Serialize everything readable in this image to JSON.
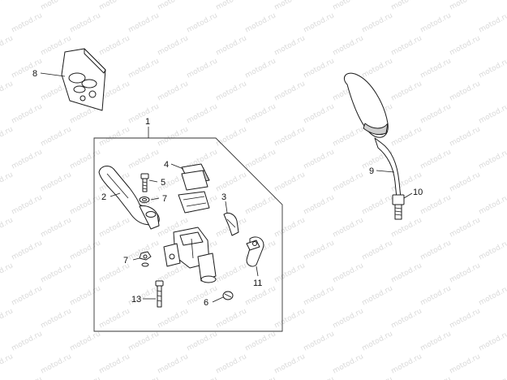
{
  "watermark": {
    "text": "motod.ru",
    "color": "#d9d9d9"
  },
  "callouts": [
    {
      "id": "c1",
      "label": "1"
    },
    {
      "id": "c2",
      "label": "2"
    },
    {
      "id": "c3",
      "label": "3"
    },
    {
      "id": "c4",
      "label": "4"
    },
    {
      "id": "c5",
      "label": "5"
    },
    {
      "id": "c6",
      "label": "6"
    },
    {
      "id": "c7a",
      "label": "7"
    },
    {
      "id": "c7b",
      "label": "7"
    },
    {
      "id": "c8",
      "label": "8"
    },
    {
      "id": "c9",
      "label": "9"
    },
    {
      "id": "c10",
      "label": "10"
    },
    {
      "id": "c11",
      "label": "11"
    },
    {
      "id": "c13",
      "label": "13"
    }
  ]
}
